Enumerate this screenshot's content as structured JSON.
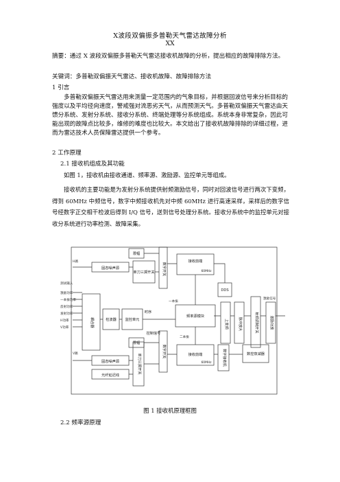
{
  "paper": {
    "title": "X波段双偏振多普勒天气雷达故障分析",
    "author": "XX",
    "abstract": "摘要：通过 X 波段双偏振多普勒天气雷达接收机故障的分析，提出相应的故障排除方法。",
    "keywords": "关键词：多普勒双偏振天气雷达、接收机故障、故障排除方法",
    "sec1_heading": "1 引言",
    "sec1_body": "多普勒双偏振天气雷达用来测量一定范围内的气象目标，并根据回波信号来分析目标的强度以及平均径向速度，警戒强对流恶劣天气，从而预测天气。多普勒双偏振天气雷达由天馈分系统、发射分系统、接收分系统、终端处理等分系统组成。系统本身非常复杂，因此可能出现的故障点比较多，维修的难度也比较大。本文给出了接收机故障排除的详细过程，进而为雷达技术人员保障雷达提供一个参考。",
    "sec2_heading": "2 工作原理",
    "sec21_heading": "2.1 接收机组成及其功能",
    "sec21_p1": "如图 1，接收机由接收通道、频率源、激励源、监控单元等组成。",
    "sec21_p2": "接收机的主要功能是为发射分系统提供射频激励信号，同时对回波信号进行两次下变频，得到 60MHz 中频信号，数字中频接收机先对中频 60MHz 进行高速采样，采样后的数字信号经数字正交相干检波后得到 I/Q 信号，送到信号处理分系统。接收分系统中的监控单元对接收分系统进行功率检测、故障采集。",
    "figure_caption": "图 1 接收机原理框图",
    "sec22_heading": "2.2 频率源原理"
  },
  "diagram": {
    "lbl_limiter_top": "限幅",
    "lbl_limiter_bottom": "限幅",
    "lbl_h_path": "H路",
    "lbl_v_path": "V路",
    "lbl_noise_src_top": "固态噪声源",
    "lbl_noise_src_bottom": "固态噪声源",
    "lbl_spdt_top": "单刀三掷开关",
    "lbl_spdt_bottom": "单刀三掷开关",
    "lbl_ferrite_top": "数字开关",
    "lbl_ferrite_bottom": "数字开关",
    "lbl_front_top": "接收前端",
    "lbl_front_bottom": "接收前端",
    "lbl_freq_top": "60MHz",
    "lbl_freq_bottom": "60MHz",
    "lbl_dds": "DDS",
    "lbl_synth": "频率源模块",
    "lbl_upconv": "上变频",
    "lbl_amp": "脉冲放大",
    "lbl_rf_switch": "射频调制开关",
    "lbl_excite": "激励功放",
    "lbl_receiver": "数字接收机",
    "lbl_monitor_ctrl": "监控单元",
    "lbl_detector": "检波器",
    "lbl_fiber": "光纤延迟线",
    "lbl_atten": "数控衰减器",
    "lbl_coupler": "耦合器",
    "lbl_inputs": [
      "激励功率",
      "一本振功率",
      "反射功率",
      "发射功率",
      "H功率",
      "V功率"
    ],
    "lbl_timing": "时序",
    "lbl_ctrl_signal": "控制信号",
    "lbl_test_in": "测试输入",
    "lbl_output": "激励信号",
    "lbl_lo1": "一本振",
    "lbl_lo2": "二本振"
  }
}
